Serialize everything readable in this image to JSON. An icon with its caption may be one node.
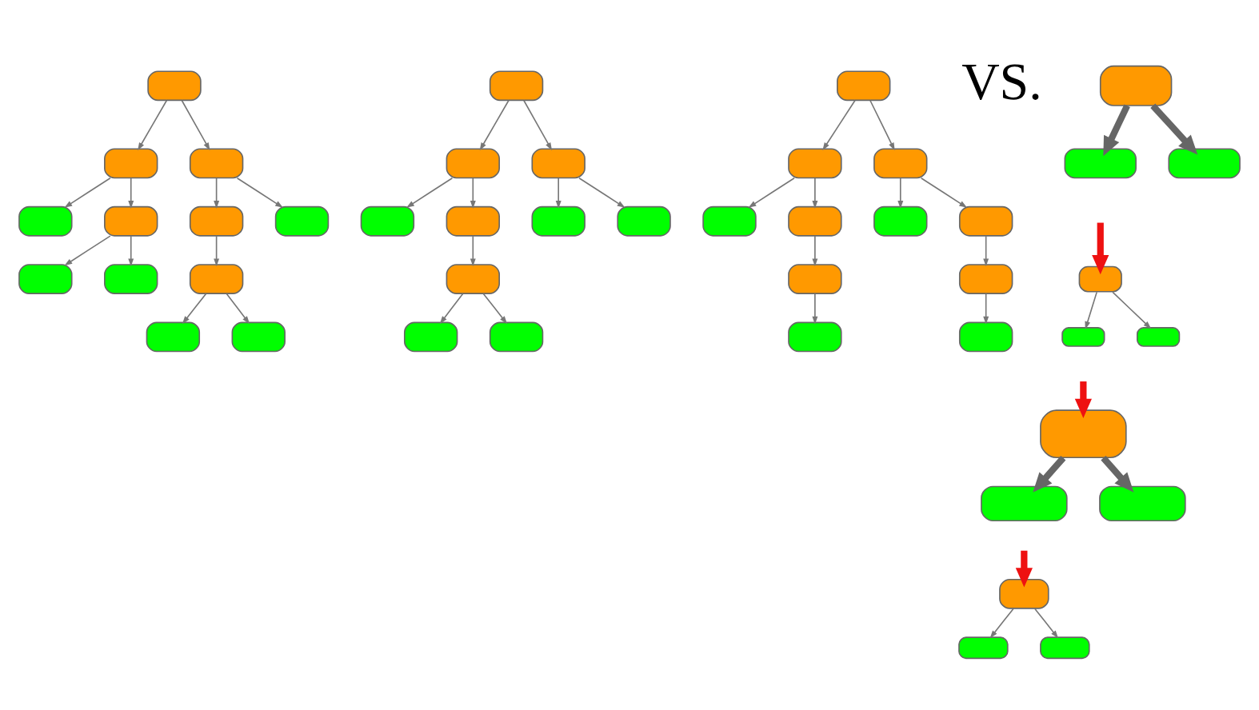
{
  "diagram": {
    "nodes": [
      {
        "text": [],
        "shape": "box"
      },
      {
        "text": [],
        "shape": "box"
      },
      {
        "text": [],
        "shape": "box"
      },
      {
        "text": [],
        "shape": "box"
      },
      {
        "text": [],
        "shape": "box"
      },
      {
        "text": [],
        "shape": "box"
      },
      {
        "text": [],
        "shape": "box"
      },
      {
        "text": [],
        "shape": "box"
      },
      {
        "text": [],
        "shape": "box"
      },
      {
        "text": [],
        "shape": "box"
      },
      {
        "text": [],
        "shape": "box"
      },
      {
        "text": [],
        "shape": "box"
      },
      {
        "text": [],
        "shape": "box"
      },
      {
        "text": [],
        "shape": "box"
      },
      {
        "text": [],
        "shape": "box"
      },
      {
        "text": [],
        "shape": "box"
      },
      {
        "text": [],
        "shape": "box"
      },
      {
        "text": [],
        "shape": "box"
      },
      {
        "text": [],
        "shape": "box"
      },
      {
        "text": [],
        "shape": "box"
      },
      {
        "text": [],
        "shape": "box"
      },
      {
        "text": [],
        "shape": "box"
      },
      {
        "text": [],
        "shape": "box"
      },
      {
        "text": [],
        "shape": "box"
      },
      {
        "text": [],
        "shape": "box"
      },
      {
        "text": [],
        "shape": "box"
      },
      {
        "text": [],
        "shape": "box"
      },
      {
        "text": [],
        "shape": "box"
      },
      {
        "text": [],
        "shape": "box"
      },
      {
        "text": [],
        "shape": "box"
      },
      {
        "text": [],
        "shape": "box"
      },
      {
        "text": [],
        "shape": "box"
      },
      {
        "text": [],
        "shape": "box"
      },
      {
        "text": [],
        "shape": "box"
      },
      {
        "text": [],
        "shape": "box"
      },
      {
        "text": [],
        "shape": "box"
      },
      {
        "text": [],
        "shape": "box"
      },
      {
        "text": [],
        "shape": "box"
      },
      {
        "text": [],
        "shape": "box"
      },
      {
        "text": [],
        "shape": "box"
      },
      {
        "text": [],
        "shape": "box"
      },
      {
        "text": [],
        "shape": "box"
      },
      {
        "text": [],
        "shape": "box"
      },
      {
        "text": [],
        "shape": "box"
      },
      {
        "text": [],
        "shape": "box"
      }
    ],
    "edges": [
      {
        "from": 0,
        "to": 1,
        "arrow": "to"
      },
      {
        "from": 0,
        "to": 2,
        "arrow": "to"
      },
      {
        "from": 1,
        "to": 3,
        "arrow": "to"
      },
      {
        "from": 1,
        "to": 4,
        "arrow": "to"
      },
      {
        "from": 2,
        "to": 5,
        "arrow": "to"
      },
      {
        "from": 2,
        "to": 6,
        "arrow": "to"
      },
      {
        "from": 4,
        "to": 7,
        "arrow": "to"
      },
      {
        "from": 4,
        "to": 8,
        "arrow": "to"
      },
      {
        "from": 5,
        "to": 9,
        "arrow": "to"
      },
      {
        "from": 9,
        "to": 10,
        "arrow": "to"
      },
      {
        "from": 9,
        "to": 11,
        "arrow": "to"
      },
      {
        "from": 12,
        "to": 13,
        "arrow": "to"
      },
      {
        "from": 12,
        "to": 14,
        "arrow": "to"
      },
      {
        "from": 13,
        "to": 15,
        "arrow": "to"
      },
      {
        "from": 13,
        "to": 16,
        "arrow": "to"
      },
      {
        "from": 14,
        "to": 17,
        "arrow": "to"
      },
      {
        "from": 14,
        "to": 18,
        "arrow": "to"
      },
      {
        "from": 16,
        "to": 19,
        "arrow": "to"
      },
      {
        "from": 19,
        "to": 20,
        "arrow": "to"
      },
      {
        "from": 19,
        "to": 21,
        "arrow": "to"
      },
      {
        "from": 22,
        "to": 23,
        "arrow": "to"
      },
      {
        "from": 22,
        "to": 24,
        "arrow": "to"
      },
      {
        "from": 23,
        "to": 25,
        "arrow": "to"
      },
      {
        "from": 23,
        "to": 26,
        "arrow": "to"
      },
      {
        "from": 24,
        "to": 27,
        "arrow": "to"
      },
      {
        "from": 24,
        "to": 28,
        "arrow": "to"
      },
      {
        "from": 26,
        "to": 29,
        "arrow": "to"
      },
      {
        "from": 28,
        "to": 30,
        "arrow": "to"
      },
      {
        "from": 29,
        "to": 31,
        "arrow": "to"
      },
      {
        "from": 30,
        "to": 32,
        "arrow": "to"
      },
      {
        "from": 33,
        "to": 34,
        "arrow": "to",
        "style": "thick"
      },
      {
        "from": 33,
        "to": 35,
        "arrow": "to",
        "style": "thick"
      },
      {
        "from": null,
        "to": 36,
        "arrow": "to",
        "style": "thick",
        "color": "#ee1111"
      },
      {
        "from": 36,
        "to": 37,
        "arrow": "to"
      },
      {
        "from": 36,
        "to": 38,
        "arrow": "to"
      },
      {
        "from": null,
        "to": 39,
        "arrow": "to",
        "style": "thick",
        "color": "#ee1111"
      },
      {
        "from": 39,
        "to": 40,
        "arrow": "to",
        "style": "thick"
      },
      {
        "from": 39,
        "to": 41,
        "arrow": "to",
        "style": "thick"
      },
      {
        "from": null,
        "to": 42,
        "arrow": "to",
        "style": "thick",
        "color": "#ee1111"
      },
      {
        "from": 42,
        "to": 43,
        "arrow": "to"
      },
      {
        "from": 42,
        "to": 44,
        "arrow": "to"
      }
    ],
    "labels": [
      "VS."
    ]
  }
}
